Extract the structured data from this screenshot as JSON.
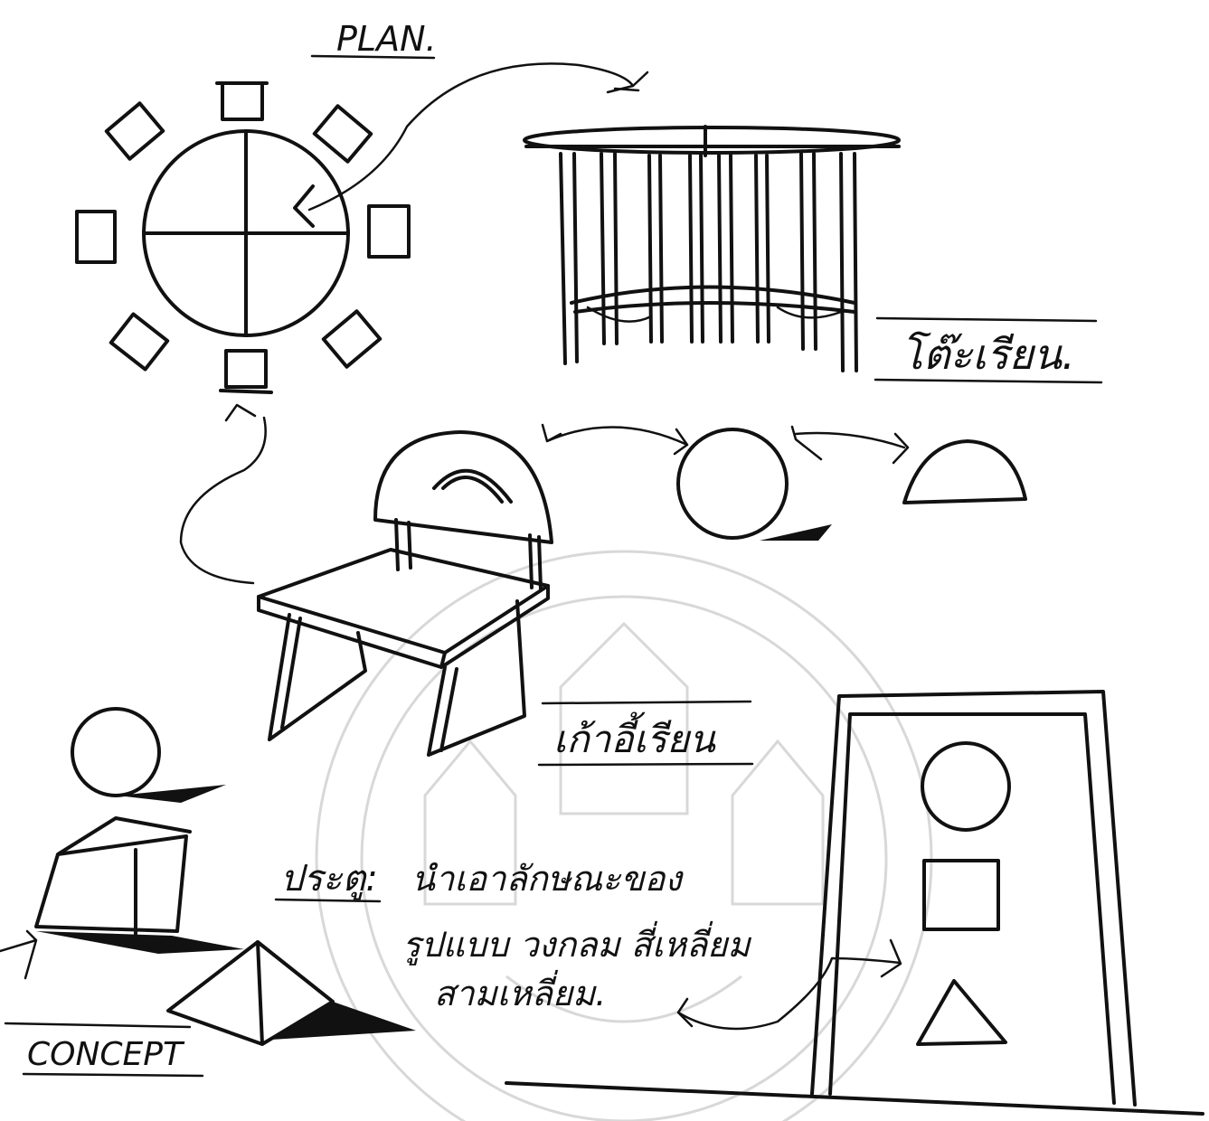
{
  "labels": {
    "plan": "PLAN.",
    "table": "โต๊ะเรียน.",
    "chair": "เก้าอี้เรียน",
    "door_title": "ประตู:",
    "door_line1": "นำเอาลักษณะของ",
    "door_line2": "รูปแบบ วงกลม สี่เหลี่ยม",
    "door_line3": "สามเหลี่ยม.",
    "concept": "CONCEPT"
  },
  "colors": {
    "ink": "#111111",
    "paper": "#ffffff",
    "watermark": "#d8d8d8"
  },
  "icons": {
    "watermark": "university-seal-watermark"
  }
}
